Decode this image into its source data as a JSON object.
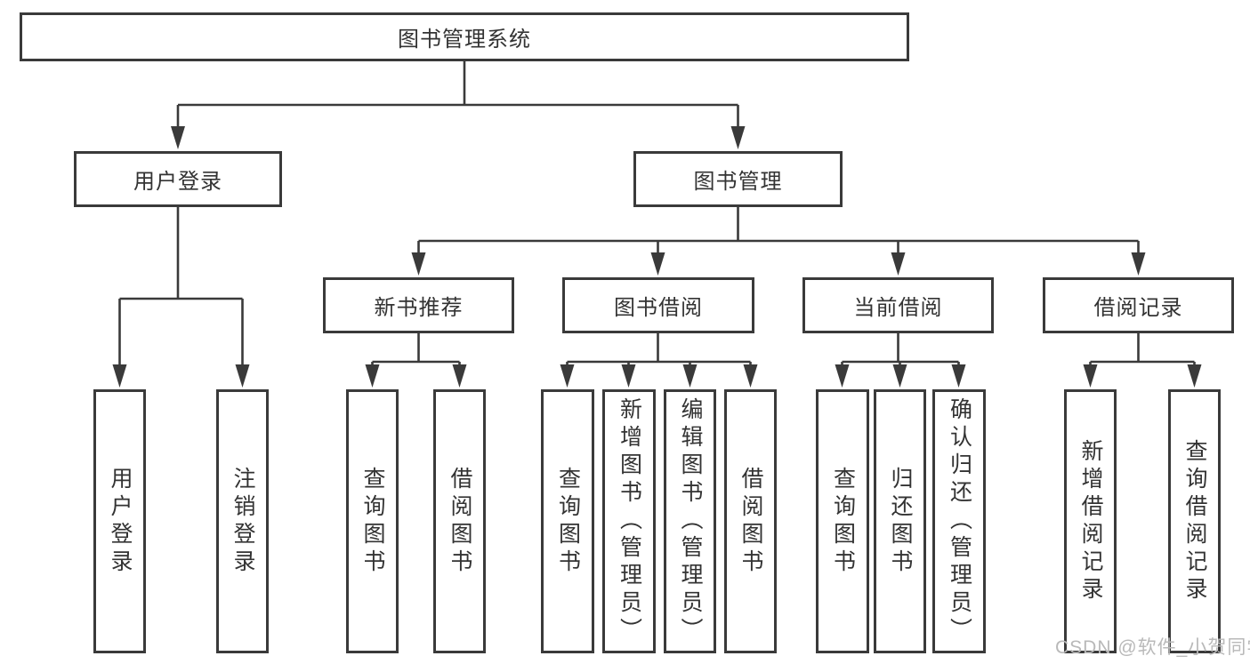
{
  "diagram": {
    "title_node": {
      "label": "图书管理系统"
    },
    "level2": [
      {
        "id": "user-login",
        "label": "用户登录"
      },
      {
        "id": "book-management",
        "label": "图书管理"
      }
    ],
    "level3": [
      {
        "id": "new-book-recommendation",
        "label": "新书推荐"
      },
      {
        "id": "book-borrowing",
        "label": "图书借阅"
      },
      {
        "id": "current-borrowing",
        "label": "当前借阅"
      },
      {
        "id": "borrowing-records",
        "label": "借阅记录"
      }
    ],
    "leaves": [
      {
        "parent": "user-login",
        "label": "用户登录"
      },
      {
        "parent": "user-login",
        "label": "注销登录"
      },
      {
        "parent": "new-book-recommendation",
        "label": "查询图书"
      },
      {
        "parent": "new-book-recommendation",
        "label": "借阅图书"
      },
      {
        "parent": "book-borrowing",
        "label": "查询图书"
      },
      {
        "parent": "book-borrowing",
        "label": "新增图书（管理员）"
      },
      {
        "parent": "book-borrowing",
        "label": "编辑图书（管理员）"
      },
      {
        "parent": "book-borrowing",
        "label": "借阅图书"
      },
      {
        "parent": "current-borrowing",
        "label": "查询图书"
      },
      {
        "parent": "current-borrowing",
        "label": "归还图书"
      },
      {
        "parent": "current-borrowing",
        "label": "确认归还（管理员）"
      },
      {
        "parent": "borrowing-records",
        "label": "新增借阅记录"
      },
      {
        "parent": "borrowing-records",
        "label": "查询借阅记录"
      }
    ],
    "watermark": "CSDN @软件_小贺同学",
    "colors": {
      "line": "#3a3a3a",
      "text": "#333333",
      "background": "#ffffff",
      "watermark": "#b9b9b9"
    }
  }
}
